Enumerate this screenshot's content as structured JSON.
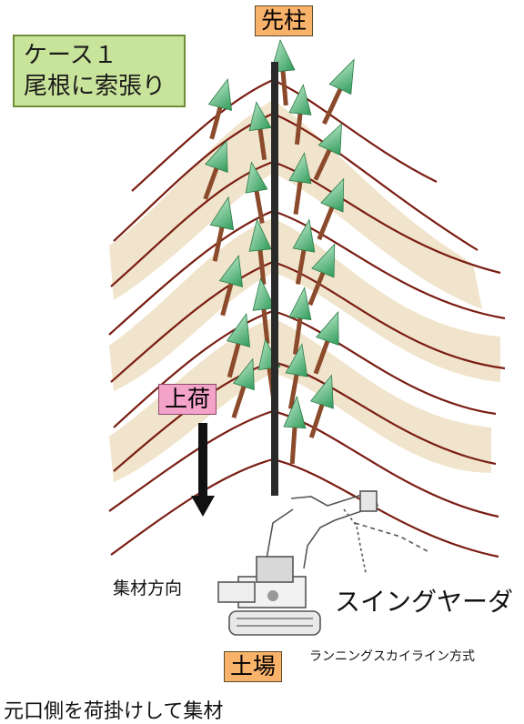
{
  "case_box": {
    "line1": "ケース１",
    "line2": "尾根に索張り"
  },
  "tags": {
    "tip_pole": "先柱",
    "load": "上荷",
    "landing": "土場"
  },
  "labels": {
    "yarding_direction": "集材方向",
    "yarder": "スイングヤーダ",
    "method": "ランニングスカイライン方式"
  },
  "caption": "元口側を荷掛けして集材",
  "colors": {
    "contour": "#7a1d12",
    "ridge_shade": "#efe0c4",
    "tree_crown": "#4caf7a",
    "trunk": "#8b4a2b",
    "cable": "#2a2a2a",
    "case_box_bg": "#c8e39a",
    "tag_orange": "#f8b26a",
    "tag_pink": "#f3a2c9"
  }
}
